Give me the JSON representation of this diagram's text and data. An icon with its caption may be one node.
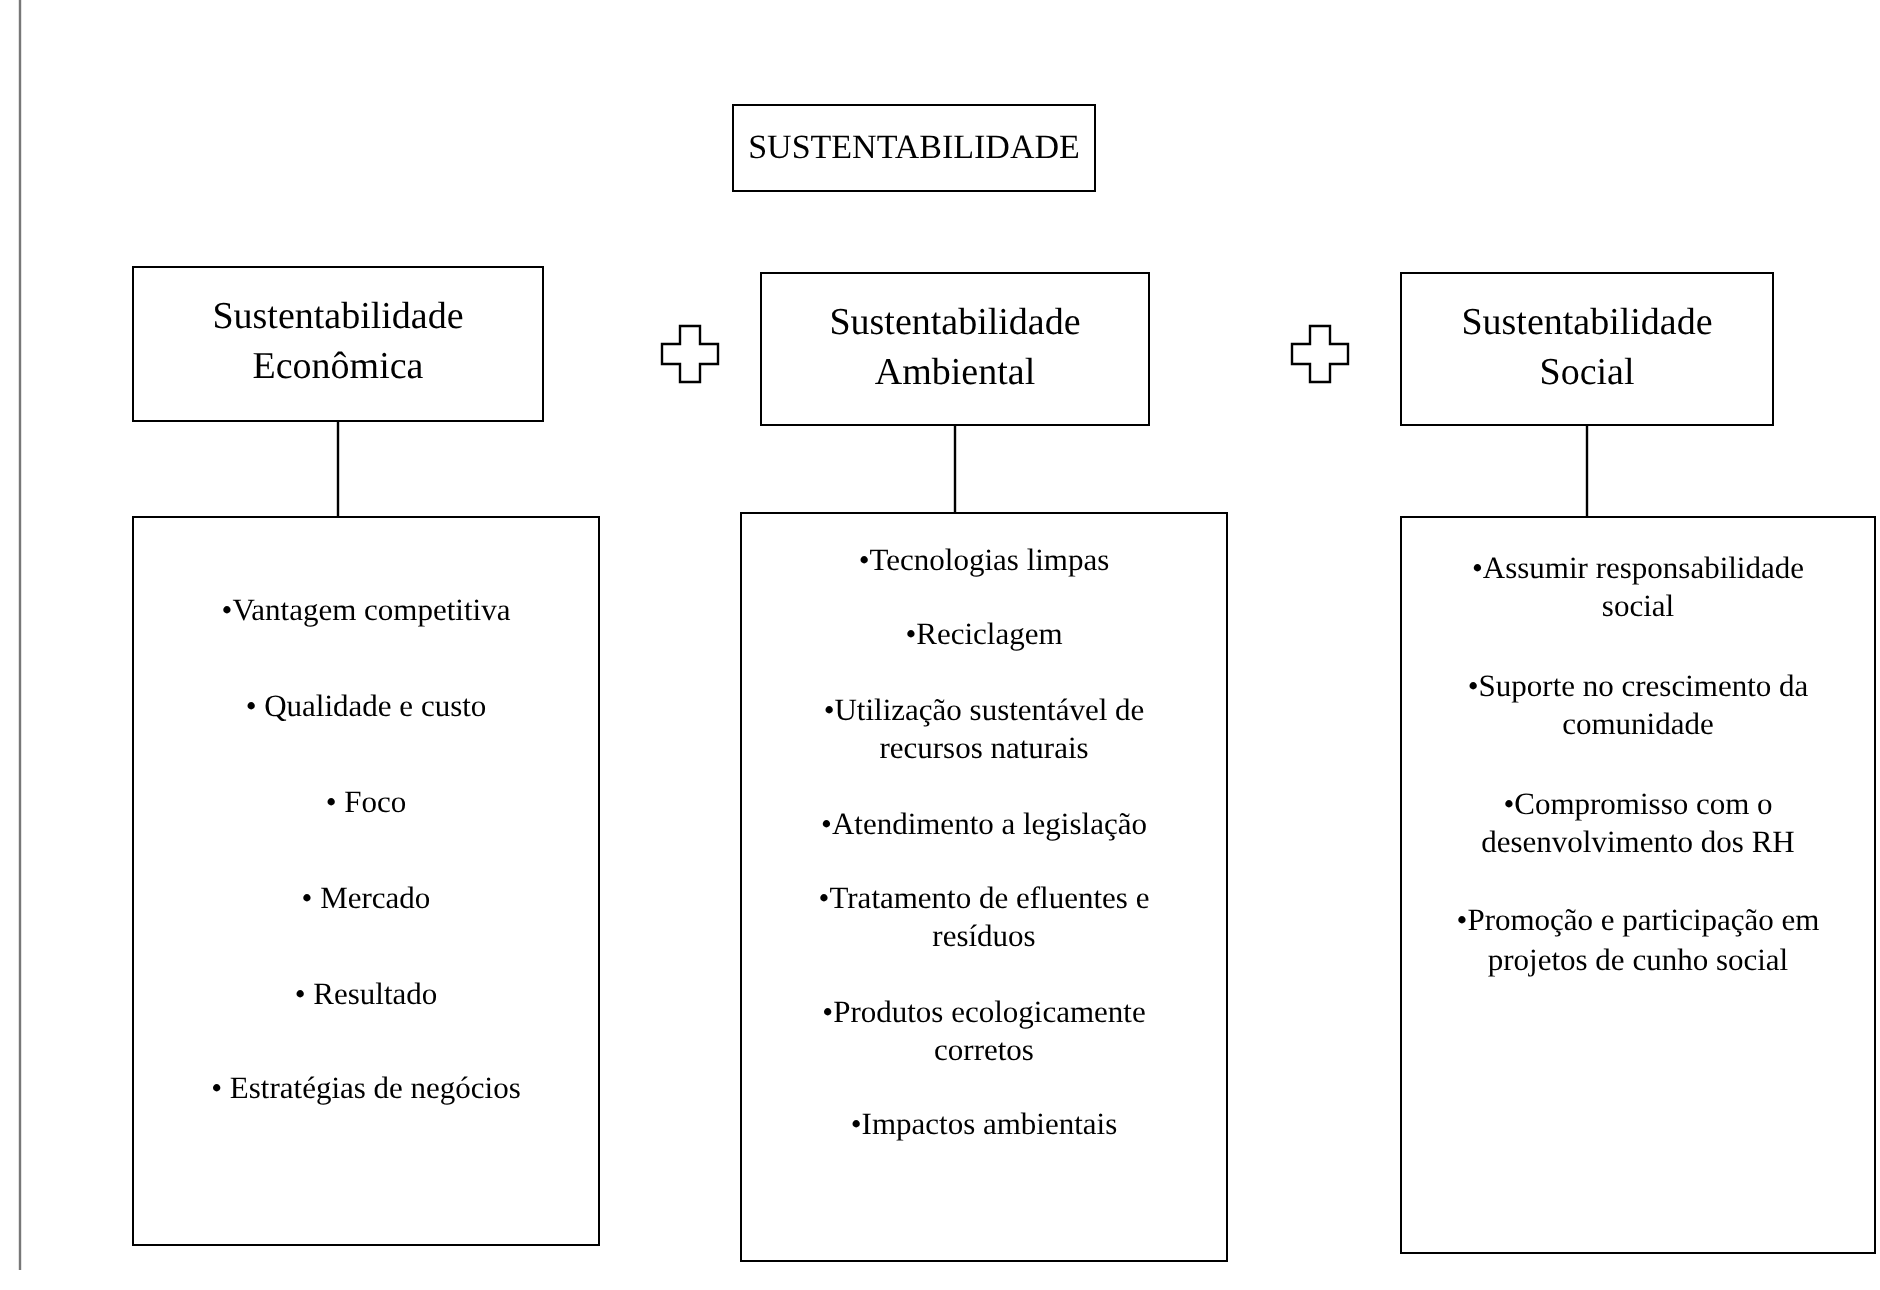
{
  "diagram": {
    "nodes": [
      {
        "text": [
          "SUSTENTABILIDADE"
        ]
      },
      {
        "text": [
          "Sustentabilidade Econômica"
        ]
      },
      {
        "text": [
          "•Vantagem competitiva",
          "• Qualidade e custo",
          "• Foco",
          "• Mercado",
          "• Resultado",
          "• Estratégias de negócios"
        ]
      },
      {
        "text": [
          "Sustentabilidade Ambiental"
        ]
      },
      {
        "text": [
          "•Tecnologias limpas",
          "•Reciclagem",
          "•Utilização sustentável de recursos naturais",
          "•Atendimento a legislação",
          "•Tratamento de efluentes e resíduos",
          "•Produtos ecologicamente corretos",
          "•Impactos ambientais"
        ]
      },
      {
        "text": [
          "Sustentabilidade Social"
        ]
      },
      {
        "text": [
          "•Assumir responsabilidade social",
          "•Suporte no crescimento da comunidade",
          "•Compromisso com o desenvolvimento dos RH",
          "•Promoção e participação em projetos de cunho social"
        ]
      }
    ],
    "edges": [
      {
        "from": 1,
        "to": 2,
        "arrow": "none"
      },
      {
        "from": 3,
        "to": 4,
        "arrow": "none"
      },
      {
        "from": 5,
        "to": 6,
        "arrow": "none"
      }
    ]
  }
}
